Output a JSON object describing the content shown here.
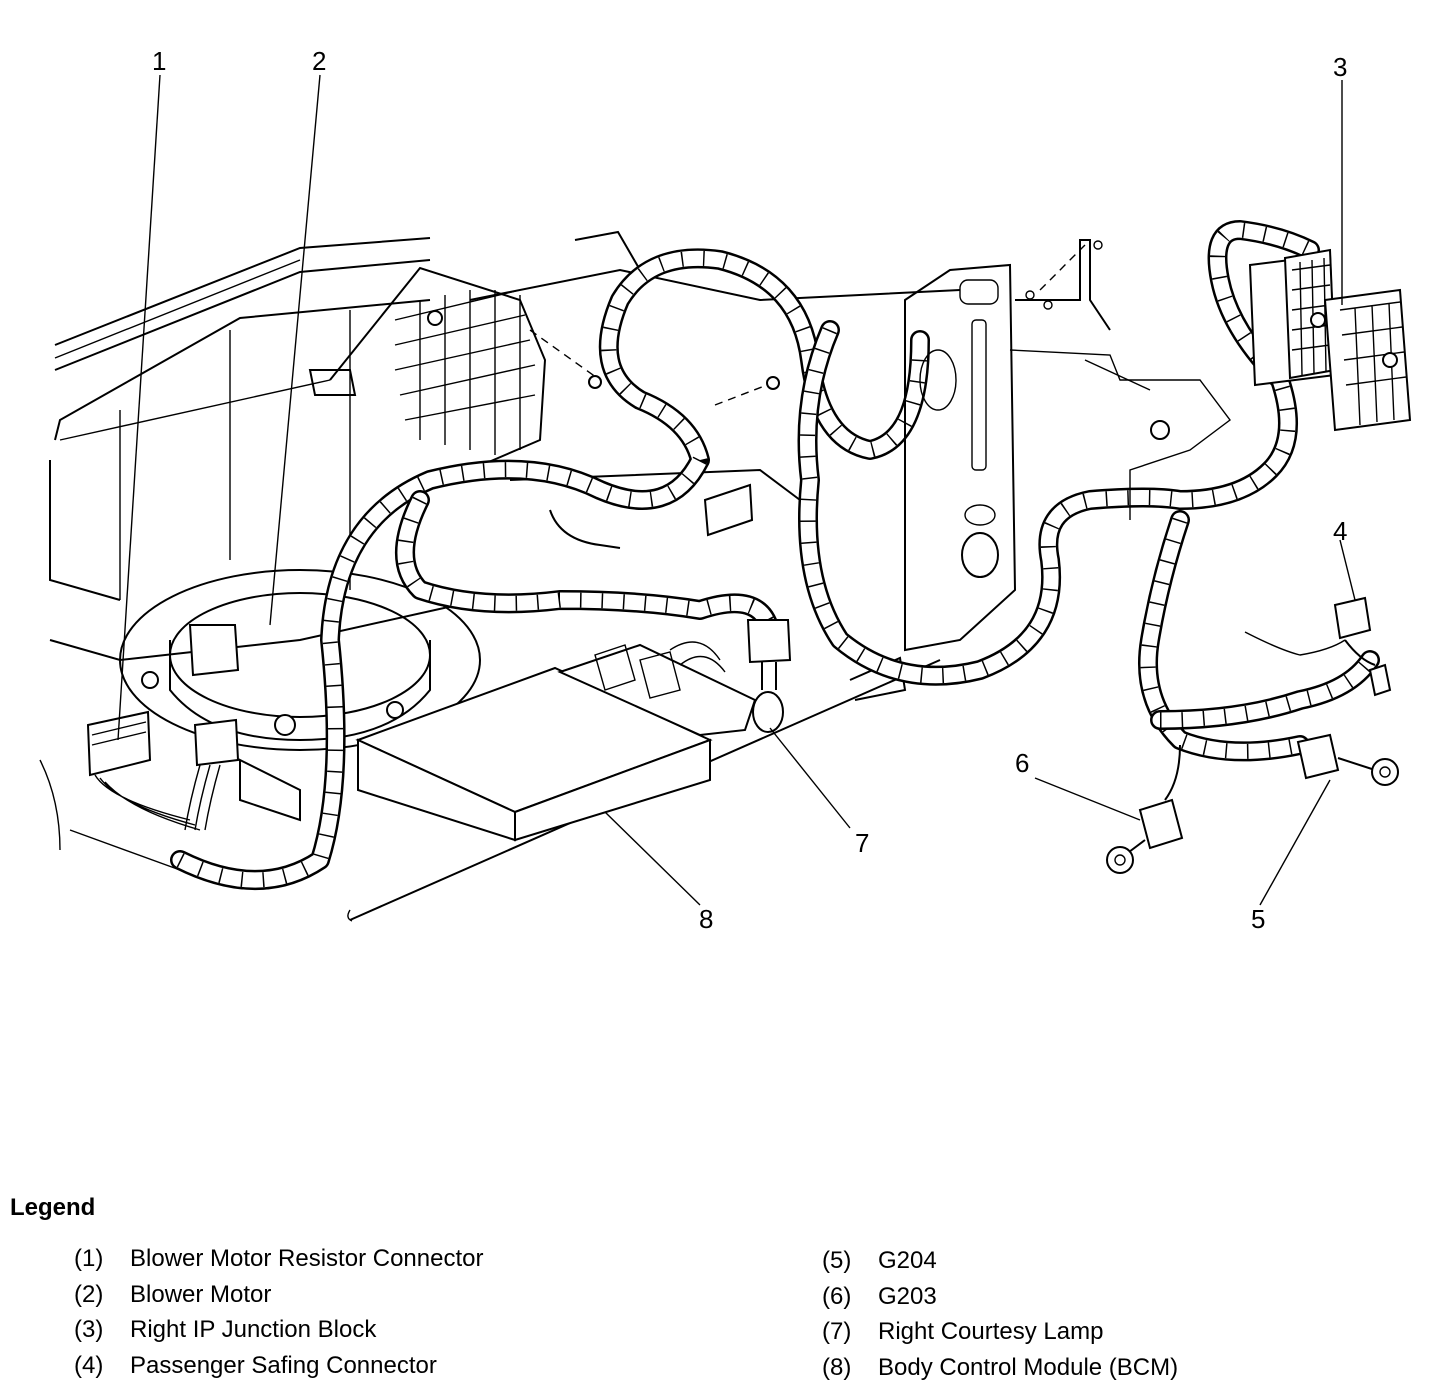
{
  "callouts": [
    "1",
    "2",
    "3",
    "4",
    "5",
    "6",
    "7",
    "8"
  ],
  "legend": {
    "title": "Legend",
    "items": [
      {
        "num": "(1)",
        "label": "Blower Motor Resistor Connector"
      },
      {
        "num": "(2)",
        "label": "Blower Motor"
      },
      {
        "num": "(3)",
        "label": "Right IP Junction Block"
      },
      {
        "num": "(4)",
        "label": "Passenger Safing Connector"
      },
      {
        "num": "(5)",
        "label": "G204"
      },
      {
        "num": "(6)",
        "label": "G203"
      },
      {
        "num": "(7)",
        "label": "Right Courtesy Lamp"
      },
      {
        "num": "(8)",
        "label": "Body Control Module (BCM)"
      }
    ]
  }
}
